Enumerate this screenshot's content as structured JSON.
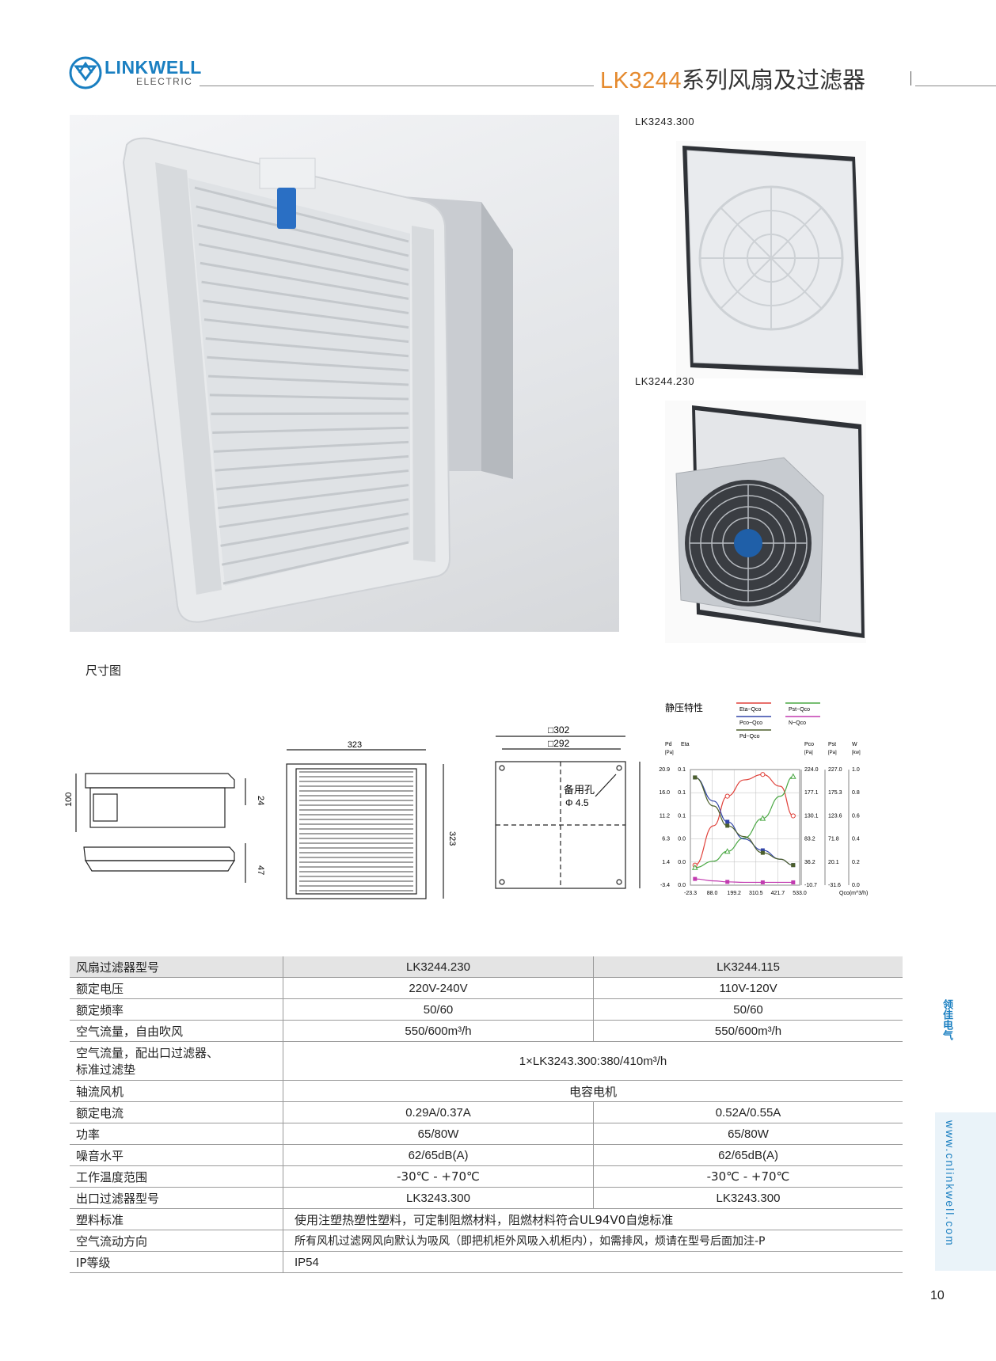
{
  "header": {
    "brand": "LINKWELL",
    "brand_sub": "ELECTRIC",
    "title_model": "LK3244",
    "title_rest": "系列风扇及过滤器"
  },
  "photos": {
    "filter_caption": "LK3243.300",
    "fan_caption": "LK3244.230"
  },
  "dimension_section": {
    "label": "尺寸图",
    "side_dims": [
      "100",
      "24",
      "47"
    ],
    "front_dims": [
      "323",
      "323"
    ],
    "cutout": {
      "outer": "□302",
      "inner": "□292",
      "hole_label": "备用孔",
      "hole_dia": "Φ 4.5"
    }
  },
  "chart_data": {
    "type": "line",
    "title": "静压特性",
    "legend": [
      "Eta~Qco",
      "Pst~Qco",
      "Pco~Qco",
      "N~Qco",
      "Pd~Qco"
    ],
    "left_axes": [
      {
        "name": "Pd",
        "unit": "[Pa]",
        "ticks": [
          "20.9",
          "16.0",
          "11.2",
          "6.3",
          "1.4",
          "-3.4"
        ]
      },
      {
        "name": "Eta",
        "unit": "",
        "ticks": [
          "0.1",
          "0.1",
          "0.1",
          "0.0",
          "0.0",
          "0.0"
        ]
      }
    ],
    "right_axes": [
      {
        "name": "Pco",
        "unit": "[Pa]",
        "ticks": [
          "224.0",
          "177.1",
          "130.1",
          "83.2",
          "36.2",
          "-10.7"
        ]
      },
      {
        "name": "Pst",
        "unit": "[Pa]",
        "ticks": [
          "227.0",
          "175.3",
          "123.6",
          "71.8",
          "20.1",
          "-31.6"
        ]
      },
      {
        "name": "W",
        "unit": "[kw]",
        "ticks": [
          "1.0",
          "0.8",
          "0.6",
          "0.4",
          "0.2",
          "0.0"
        ]
      }
    ],
    "x_ticks": [
      "-23.3",
      "88.0",
      "199.2",
      "310.5",
      "421.7",
      "533.0"
    ],
    "xlabel": "Qco(m^3/h)",
    "xlim": [
      -23.3,
      533.0
    ],
    "ylim_pco": [
      -10.7,
      224.0
    ],
    "series": [
      {
        "name": "Eta~Qco",
        "color": "#e0413a",
        "marker": "circle",
        "x": [
          0,
          95,
          165,
          250,
          345,
          435,
          500
        ],
        "y": [
          30.0,
          110.0,
          170.0,
          203.0,
          214.0,
          190.0,
          130.0
        ]
      },
      {
        "name": "Pst~Qco",
        "color": "#4aa843",
        "marker": "triangle",
        "x": [
          0,
          95,
          165,
          250,
          345,
          435,
          500
        ],
        "y": [
          25.0,
          38.0,
          58.0,
          85.0,
          125.0,
          170.0,
          210.0
        ]
      },
      {
        "name": "Pco~Qco",
        "color": "#3245a8",
        "marker": "square",
        "x": [
          0,
          95,
          165,
          250,
          345,
          435,
          500
        ],
        "y": [
          208.0,
          160.0,
          118.0,
          83.0,
          60.0,
          42.0,
          30.0
        ]
      },
      {
        "name": "Pd~Qco",
        "color": "#4c5f2c",
        "marker": "square",
        "x": [
          0,
          95,
          165,
          250,
          345,
          435,
          500
        ],
        "y": [
          208.0,
          150.0,
          110.0,
          88.0,
          55.0,
          42.0,
          30.0
        ]
      },
      {
        "name": "N~Qco",
        "color": "#c23bb0",
        "marker": "square",
        "x": [
          0,
          95,
          165,
          250,
          345,
          435,
          500
        ],
        "y": [
          2.0,
          -2.0,
          -4.0,
          -5.0,
          -5.0,
          -5.0,
          -5.0
        ]
      }
    ]
  },
  "table": {
    "header": {
      "label": "风扇过滤器型号",
      "col1": "LK3244.230",
      "col2": "LK3244.115"
    },
    "rows": [
      {
        "label": "额定电压",
        "col1": "220V-240V",
        "col2": "110V-120V"
      },
      {
        "label": "额定频率",
        "col1": "50/60",
        "col2": "50/60"
      },
      {
        "label": "空气流量，自由吹风",
        "col1": "550/600m³/h",
        "col2": "550/600m³/h"
      }
    ],
    "airflow_filter": {
      "label_line1": "空气流量，配出口过滤器、",
      "label_line2": "标准过滤垫",
      "value": "1×LK3243.300:380/410m³/h"
    },
    "motor": {
      "label": "轴流风机",
      "value": "电容电机"
    },
    "rows2": [
      {
        "label": "额定电流",
        "col1": "0.29A/0.37A",
        "col2": "0.52A/0.55A"
      },
      {
        "label": "功率",
        "col1": "65/80W",
        "col2": "65/80W"
      },
      {
        "label": "噪音水平",
        "col1": "62/65dB(A)",
        "col2": "62/65dB(A)"
      },
      {
        "label": "工作温度范围",
        "col1": "-30℃ - +70℃",
        "col2": "-30℃ - +70℃"
      },
      {
        "label": "出口过滤器型号",
        "col1": "LK3243.300",
        "col2": "LK3243.300"
      }
    ],
    "plastic": {
      "label": "塑料标准",
      "value": "使用注塑热塑性塑料，可定制阻燃材料，阻燃材料符合UL94V0自熄标准"
    },
    "direction": {
      "label": "空气流动方向",
      "value": "所有风机过滤网风向默认为吸风（即把机柜外风吸入机柜内），如需排风，烦请在型号后面加注-P"
    },
    "ip": {
      "label": "IP等级",
      "value": "IP54"
    }
  },
  "side": {
    "url": "www.cnlinkwell.com",
    "brand_cn": "领佳电气"
  },
  "page_number": "10"
}
